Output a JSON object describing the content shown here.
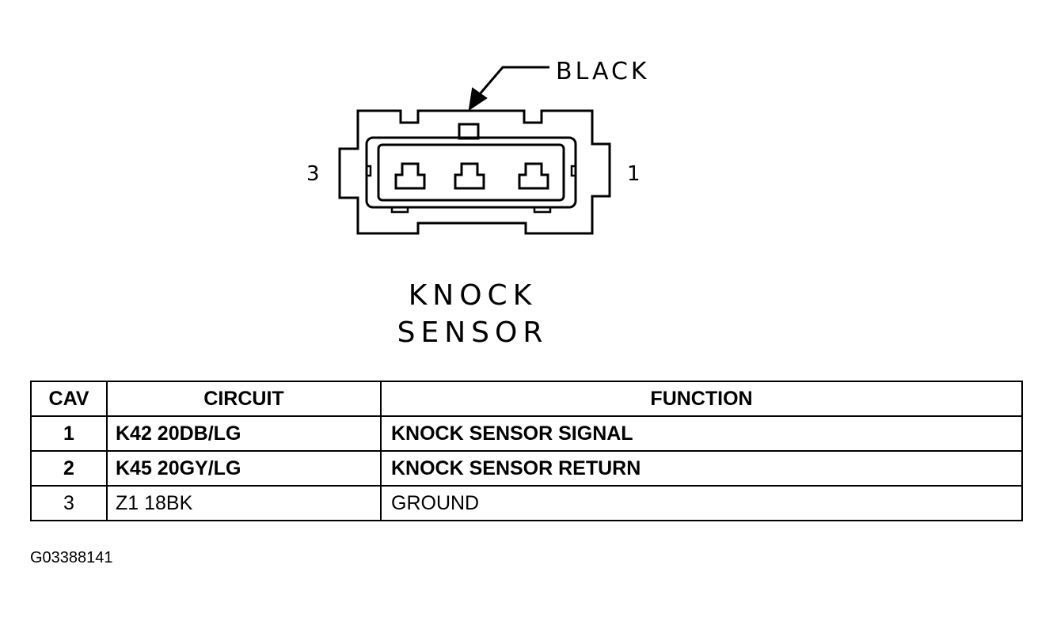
{
  "connector": {
    "color_label": "BLACK",
    "pin_left_label": "3",
    "pin_right_label": "1",
    "name_line1": "KNOCK",
    "name_line2": "SENSOR"
  },
  "table": {
    "headers": {
      "cav": "CAV",
      "circuit": "CIRCUIT",
      "function": "FUNCTION"
    },
    "rows": [
      {
        "cav": "1",
        "circuit": "K42 20DB/LG",
        "function": "KNOCK SENSOR SIGNAL"
      },
      {
        "cav": "2",
        "circuit": "K45 20GY/LG",
        "function": "KNOCK SENSOR RETURN"
      },
      {
        "cav": "3",
        "circuit": "Z1 18BK",
        "function": "GROUND"
      }
    ]
  },
  "figure_id": "G03388141"
}
